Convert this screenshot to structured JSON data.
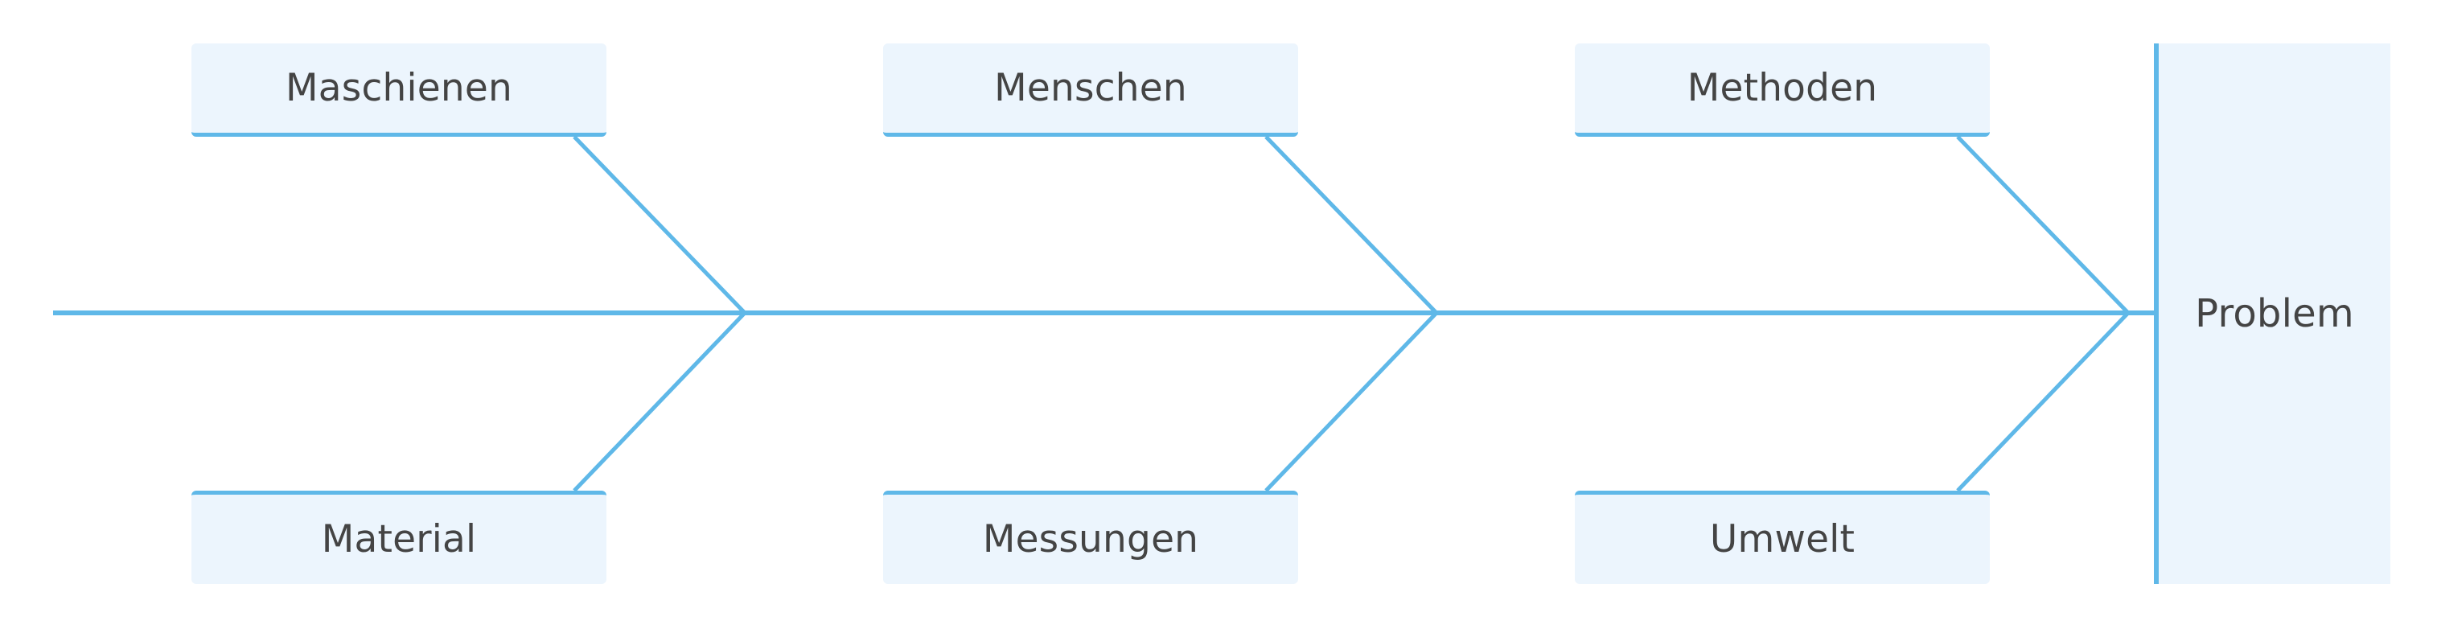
{
  "diagram": {
    "type": "fishbone",
    "problem_label": "Problem",
    "categories": {
      "top": [
        "Maschienen",
        "Menschen",
        "Methoden"
      ],
      "bottom": [
        "Material",
        "Messungen",
        "Umwelt"
      ]
    },
    "colors": {
      "line": "#5fb8e8",
      "box_fill": "#ecf5fd",
      "text": "#444444"
    }
  }
}
